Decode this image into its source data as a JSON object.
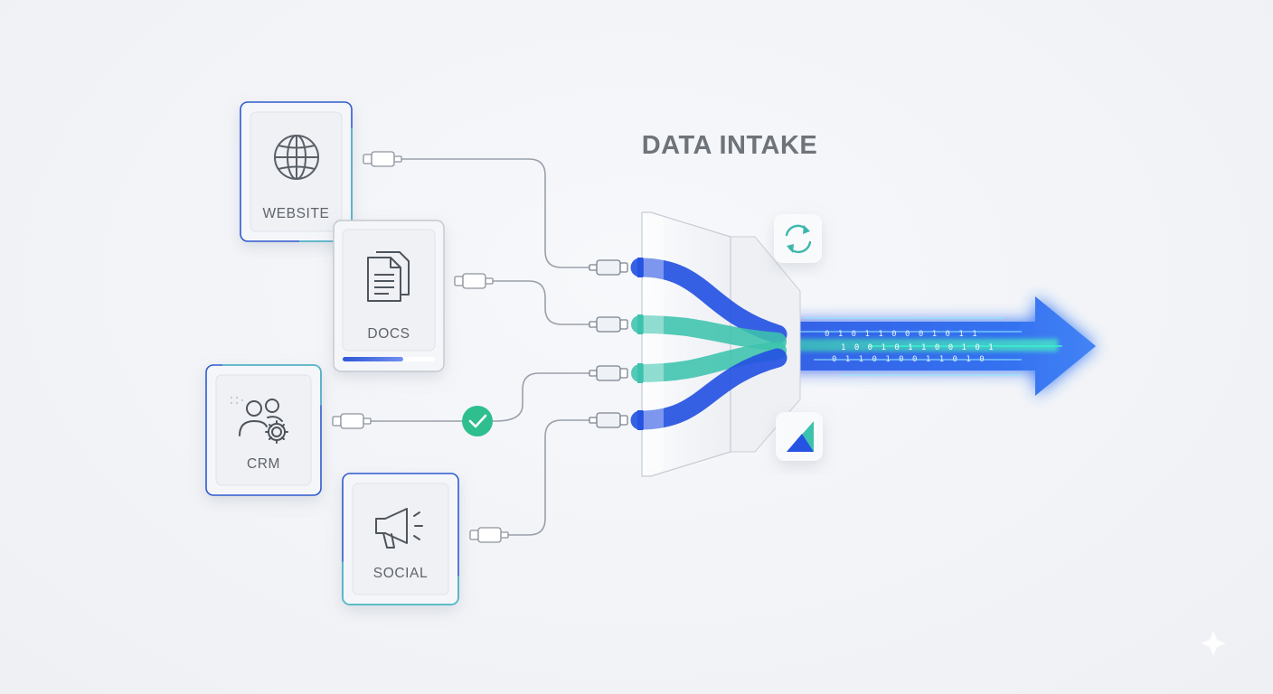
{
  "title": "DATA INTAKE",
  "sources": [
    {
      "label": "WEBSITE",
      "icon": "globe-icon"
    },
    {
      "label": "DOCS",
      "icon": "document-icon",
      "progress": 0.66
    },
    {
      "label": "CRM",
      "icon": "users-gear-icon"
    },
    {
      "label": "SOCIAL",
      "icon": "megaphone-icon"
    }
  ],
  "status": {
    "crm": "connected"
  },
  "colors": {
    "blue": "#2f5fe6",
    "teal": "#3cc7b0",
    "card_border_blue": "#2f5ad0",
    "card_border_teal": "#4dc6bf",
    "check_green": "#2fbf8f",
    "text_gray": "#5f636a"
  },
  "binary_stream": [
    "0 1 0 1 1 0 0 0 1 0 1 1",
    "1 0 0 1 0 1 1 0 0 1 0 1",
    "0 1 1 0 1 0 0 1 1 0 1 0"
  ]
}
